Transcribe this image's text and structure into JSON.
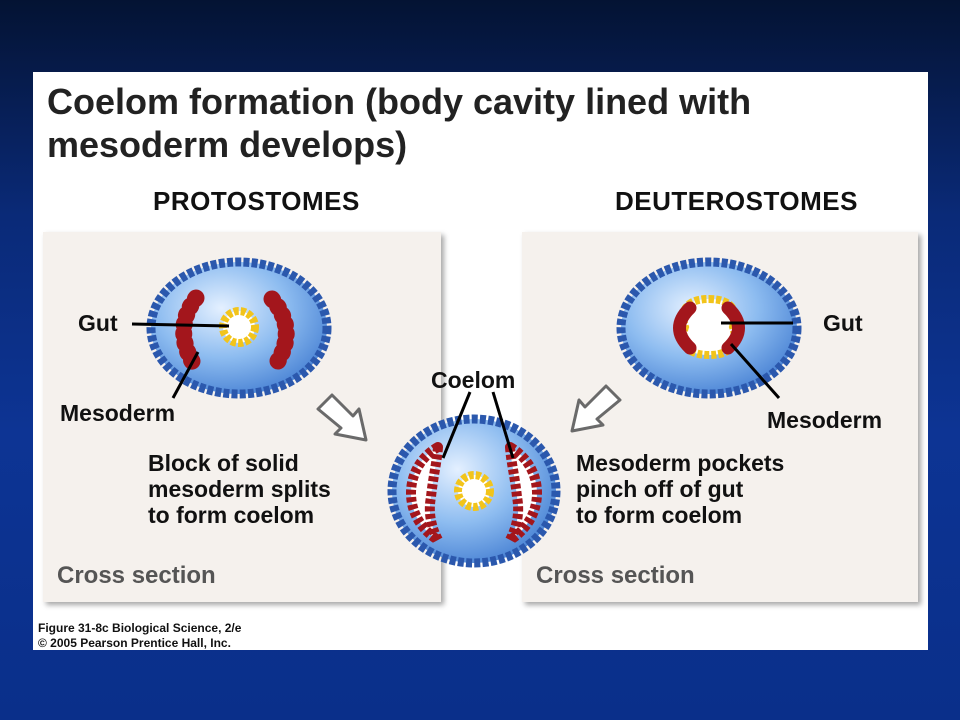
{
  "title": "Coelom formation (body cavity lined with mesoderm develops)",
  "protostomes": {
    "heading": "PROTOSTOMES",
    "gut_label": "Gut",
    "mesoderm_label": "Mesoderm",
    "description": [
      "Block of solid",
      "mesoderm splits",
      "to form coelom"
    ],
    "cross_section": "Cross section"
  },
  "deuterostomes": {
    "heading": "DEUTEROSTOMES",
    "gut_label": "Gut",
    "mesoderm_label": "Mesoderm",
    "description": [
      "Mesoderm pockets",
      "pinch off of gut",
      "to form coelom"
    ],
    "cross_section": "Cross section"
  },
  "result": {
    "coelom_label": "Coelom"
  },
  "figure_credit": [
    "Figure 31-8c  Biological Science, 2/e",
    "© 2005 Pearson Prentice Hall, Inc."
  ],
  "colors": {
    "ectoderm": "#2f5fb8",
    "interior": "#7fb0e8",
    "mesoderm": "#a3161c",
    "endoderm": "#f7cf1a",
    "panel": "#f5f1ed"
  },
  "icons": [
    "arrow-icon",
    "cell-cross-section-icon"
  ]
}
